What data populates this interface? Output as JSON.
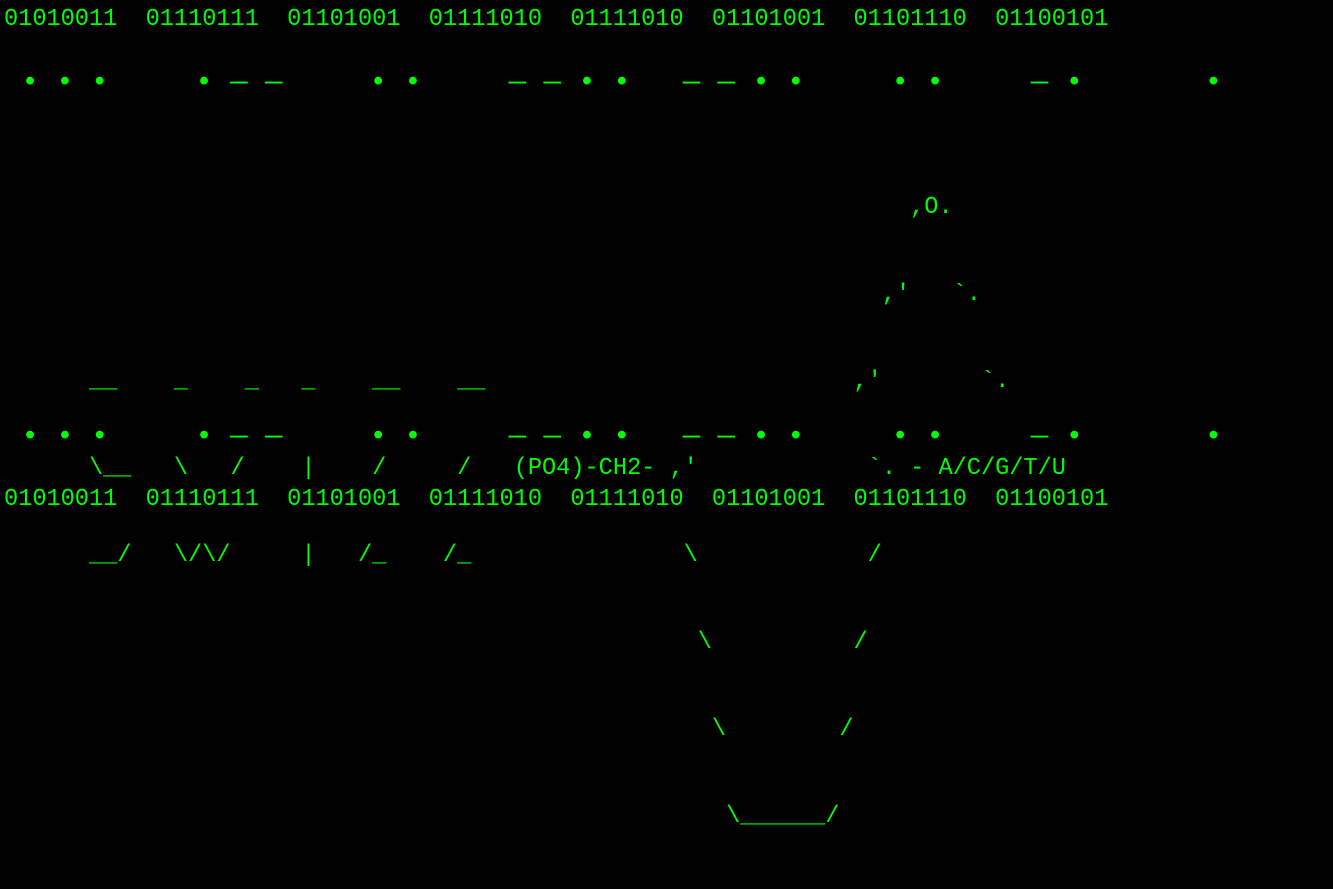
{
  "colors": {
    "background": "#000000",
    "foreground": "#00ff00"
  },
  "binary_top": "01010011  01110111  01101001  01111010  01111010  01101001  01101110  01100101",
  "morse_top": " • • •     • — —     • •     — — • •   — — • •     • •     — •       •",
  "ascii_art": [
    "                                                                ,O.",
    "                                                              ,'   `.",
    "      __    _    _   _    __    __                          ,'       `.",
    "      \\__   \\   /    |    /     /   (PO4)-CH2- ,'            `. - A/C/G/T/U",
    "      __/   \\/\\/     |   /_    /_               \\            /",
    "                                                 \\          /",
    "                                                  \\        /",
    "                                                   \\______/"
  ],
  "morse_bottom": " • • •     • — —     • •     — — • •   — — • •     • •     — •       •",
  "binary_bottom": "01010011  01110111  01101001  01111010  01111010  01101001  01101110  01100101"
}
